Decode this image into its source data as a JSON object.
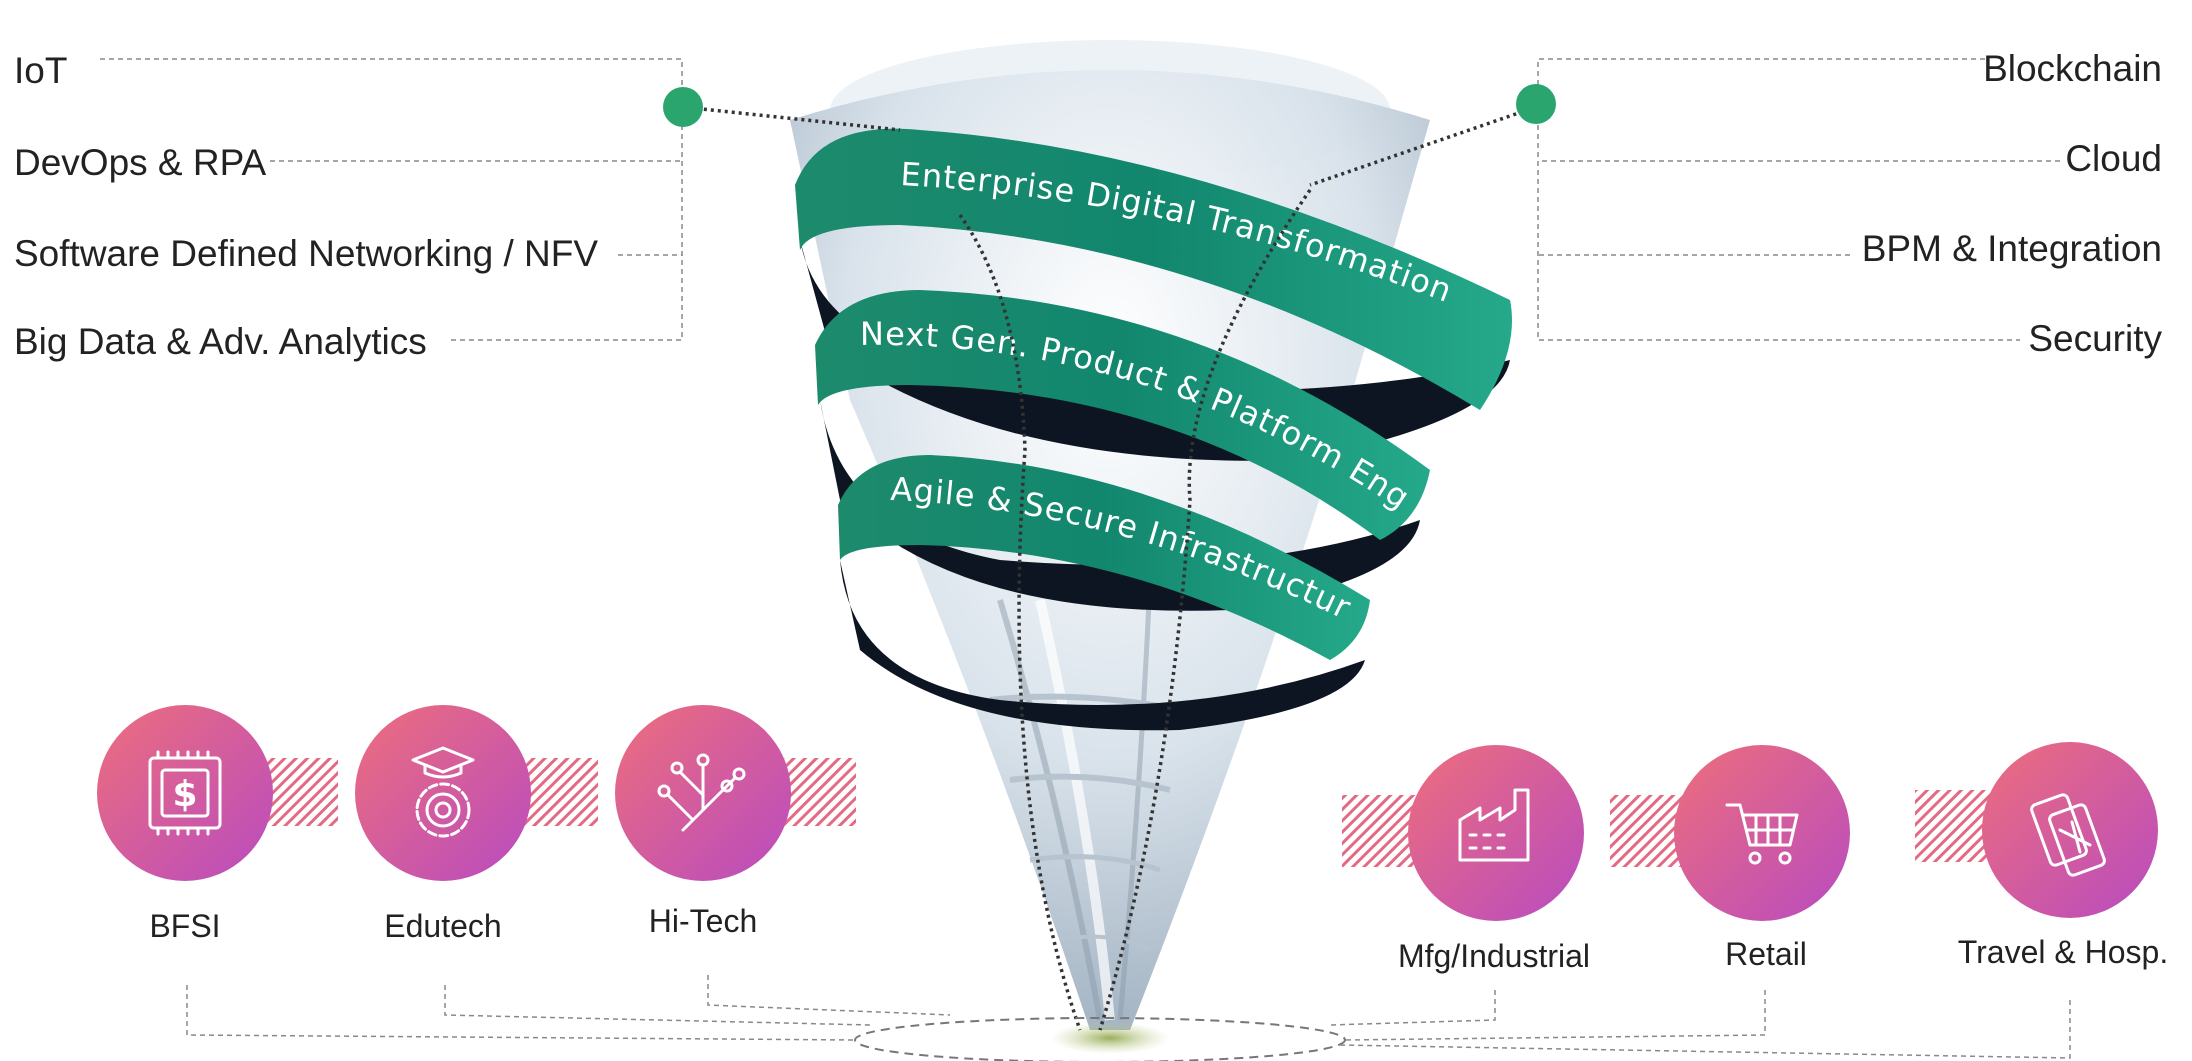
{
  "technologies_left": [
    "IoT",
    "DevOps & RPA",
    "Software Defined Networking / NFV",
    "Big Data &  Adv. Analytics"
  ],
  "technologies_right": [
    "Blockchain",
    "Cloud",
    "BPM & Integration",
    "Security"
  ],
  "bands": [
    "Enterprise Digital Transformation",
    "Next Gen. Product & Platform Engg.",
    "Agile & Secure Infrastructure"
  ],
  "industries": [
    {
      "label": "BFSI",
      "icon": "dollar-chip-icon"
    },
    {
      "label": "Edutech",
      "icon": "graduation-gear-icon"
    },
    {
      "label": "Hi-Tech",
      "icon": "circuit-tree-icon"
    },
    {
      "label": "Mfg/Industrial",
      "icon": "factory-icon"
    },
    {
      "label": "Retail",
      "icon": "shopping-cart-icon"
    },
    {
      "label": "Travel & Hosp.",
      "icon": "phone-plane-icon"
    }
  ],
  "colors": {
    "band_green": "#1f9b78",
    "band_dark": "#0d1522",
    "node_green": "#2aa56e",
    "circle_pink": "#e8677f",
    "circle_purple": "#c04fb4",
    "hatch": "#e46a84"
  }
}
